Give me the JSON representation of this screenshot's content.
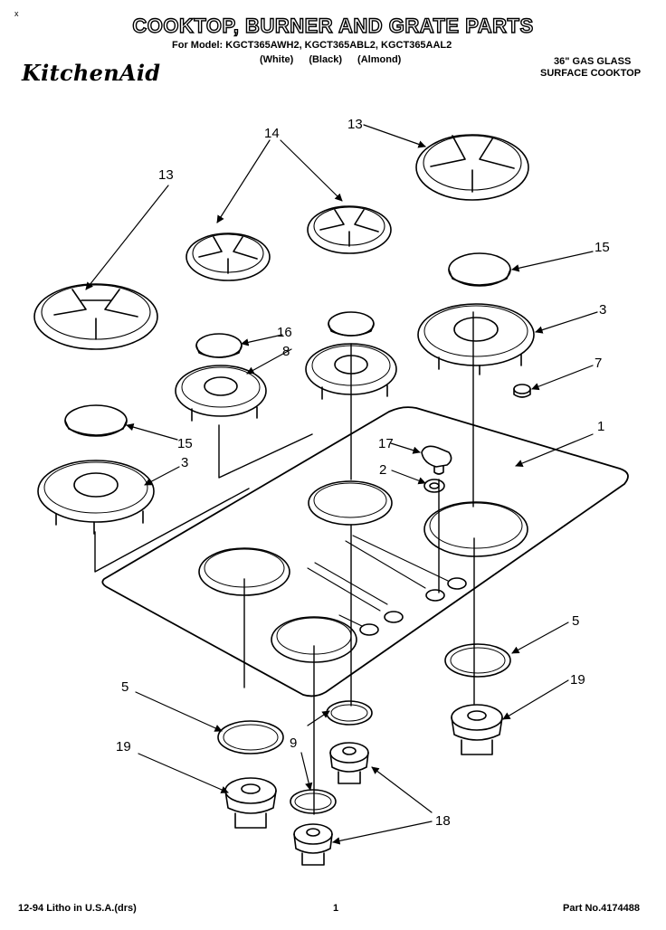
{
  "header": {
    "corner_mark": "x",
    "title": "COOKTOP, BURNER AND GRATE PARTS",
    "models_line": "For Model: KGCT365AWH2, KGCT365ABL2, KGCT365AAL2",
    "colors_line": "(White) (Black) (Almond)",
    "brand": "KitchenAid",
    "product_line_1": "36\" GAS GLASS",
    "product_line_2": "SURFACE COOKTOP"
  },
  "callouts": {
    "c1": "1",
    "c2": "2",
    "c3a": "3",
    "c3b": "3",
    "c5a": "5",
    "c5b": "5",
    "c7": "7",
    "c8": "8",
    "c9": "9",
    "c13a": "13",
    "c13b": "13",
    "c14": "14",
    "c15a": "15",
    "c15b": "15",
    "c16": "16",
    "c17": "17",
    "c18": "18",
    "c19a": "19",
    "c19b": "19"
  },
  "footer": {
    "left": "12-94 Litho in U.S.A.(drs)",
    "center": "1",
    "right": "Part No.4174488"
  }
}
